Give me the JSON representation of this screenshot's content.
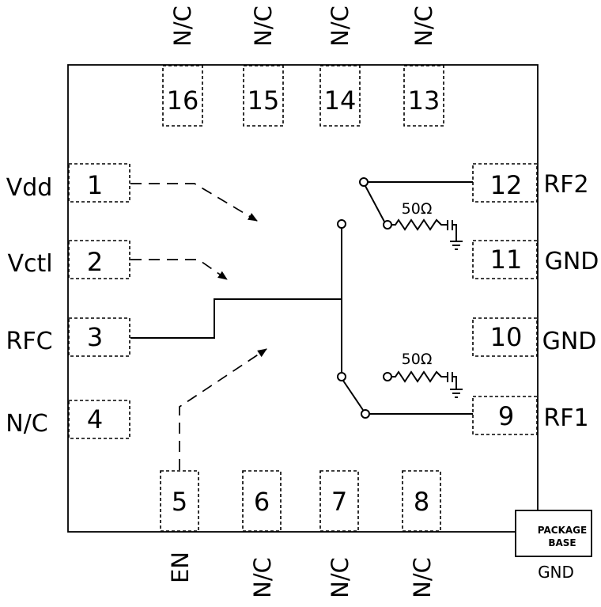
{
  "pins": [
    {
      "num": "1"
    },
    {
      "num": "2"
    },
    {
      "num": "3"
    },
    {
      "num": "4"
    },
    {
      "num": "5"
    },
    {
      "num": "6"
    },
    {
      "num": "7"
    },
    {
      "num": "8"
    },
    {
      "num": "9"
    },
    {
      "num": "10"
    },
    {
      "num": "11"
    },
    {
      "num": "12"
    },
    {
      "num": "13"
    },
    {
      "num": "14"
    },
    {
      "num": "15"
    },
    {
      "num": "16"
    }
  ],
  "left_labels": [
    "Vdd",
    "Vctl",
    "RFC",
    "N/C"
  ],
  "right_labels": [
    "RF2",
    "GND",
    "GND",
    "RF1"
  ],
  "top_labels": [
    "N/C",
    "N/C",
    "N/C",
    "N/C"
  ],
  "bottom_labels": [
    "EN",
    "N/C",
    "N/C",
    "N/C"
  ],
  "termination": {
    "upper": "50Ω",
    "lower": "50Ω"
  },
  "package_base": {
    "line1": "PACKAGE",
    "line2": "BASE",
    "gnd": "GND"
  }
}
